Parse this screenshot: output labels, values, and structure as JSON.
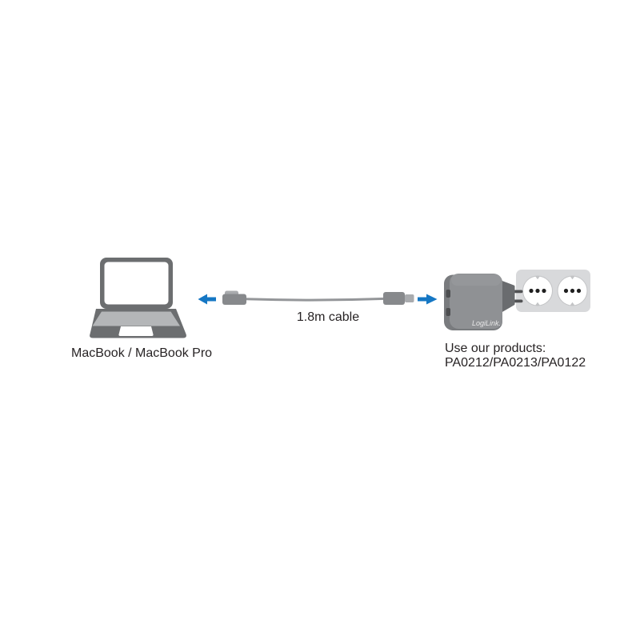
{
  "diagram": {
    "laptop": {
      "label": "MacBook / MacBook Pro"
    },
    "cable": {
      "label": "1.8m cable"
    },
    "adapter": {
      "brand_label": "LogiLink."
    },
    "products": {
      "line1": "Use our products:",
      "line2": "PA0212/PA0213/PA0122"
    }
  },
  "icons": {
    "left_arrow": "arrow-left-icon",
    "right_arrow": "arrow-right-icon",
    "laptop": "macbook-icon",
    "power_adapter": "power-adapter-icon",
    "wall_socket": "wall-socket-icon",
    "usb_cable": "usb-cable-icon"
  },
  "colors": {
    "arrow_blue": "#1577c4",
    "device_dark_gray": "#6c6e70",
    "keyboard_gray": "#b4b6b8",
    "cable_gray": "#949699",
    "connector_gray": "#87898c",
    "connector_light_gray": "#a9abae",
    "adapter_front_gray": "#8f9194",
    "adapter_side_gray": "#797b7e",
    "plug_gray": "#6a6c6f",
    "socket_panel_gray": "#d8d9db",
    "socket_hole_black": "#1f1f1f",
    "text_color": "#272324",
    "background": "#ffffff"
  }
}
